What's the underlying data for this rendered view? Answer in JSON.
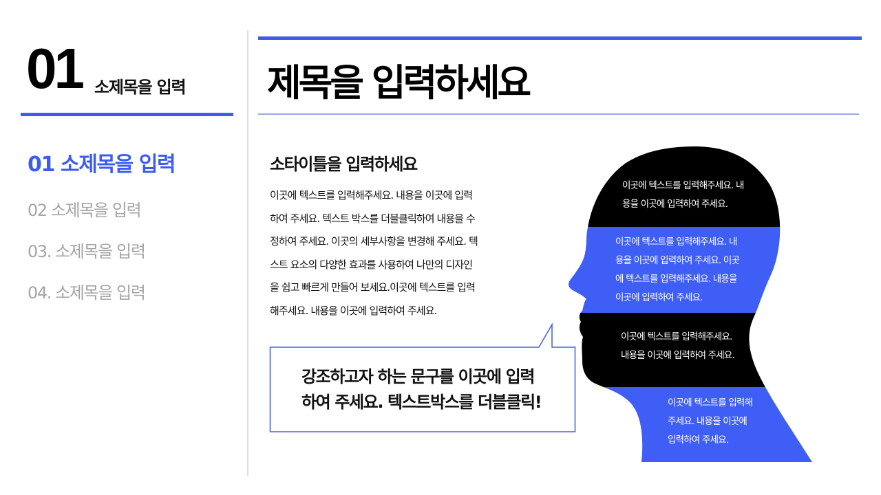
{
  "section": {
    "number": "01",
    "subtitle": "소제목을 입력"
  },
  "nav": {
    "items": [
      {
        "label": "01 소제목을 입력",
        "active": true
      },
      {
        "label": "02 소제목을 입력",
        "active": false
      },
      {
        "label": "03. 소제목을 입력",
        "active": false
      },
      {
        "label": "04. 소제목을 입력",
        "active": false
      }
    ]
  },
  "header": {
    "title": "제목을 입력하세요"
  },
  "content": {
    "subtitle": "소타이틀을 입력하세요",
    "body_lines": [
      "이곳에 텍스트를 입력해주세요. 내용을 이곳에 입력",
      "하여 주세요. 텍스트 박스를 더블클릭하여 내용을 수",
      "정하여 주세요. 이곳의 세부사항을 변경해 주세요. 텍",
      "스트 요소의 다양한 효과를 사용하여 나만의 디자인",
      "을 쉽고 빠르게 만들어 보세요.이곳에 텍스트를 입력",
      "해주세요. 내용을 이곳에 입력하여 주세요."
    ]
  },
  "callout": {
    "lines": [
      "강조하고자 하는 문구를 이곳에 입력",
      "하여 주세요. 텍스트박스를 더블클릭!"
    ]
  },
  "head_graphic": {
    "icon": "human-head-profile-silhouette",
    "colors": {
      "black": "#000000",
      "blue": "#3f5ef5"
    },
    "bands": [
      {
        "color": "black",
        "lines": [
          "이곳에 텍스트를 입력해주세요. 내",
          "용을 이곳에 입력하여 주세요."
        ]
      },
      {
        "color": "blue",
        "lines": [
          "이곳에 텍스트를 입력해주세요. 내",
          "용을 이곳에 입력하여 주세요. 이곳",
          "에 텍스트를 입력해주세요. 내용을",
          "이곳에 입력하여 주세요."
        ]
      },
      {
        "color": "black",
        "lines": [
          "이곳에 텍스트를 입력해주세요.",
          "내용을 이곳에 입력하여 주세요."
        ]
      },
      {
        "color": "blue",
        "lines": [
          "이곳에 텍스트를 입력해",
          "주세요. 내용을 이곳에",
          "입력하여 주세요."
        ]
      }
    ]
  },
  "theme": {
    "accent": "#3f5de8",
    "accent_light": "#97a9e6",
    "inactive_text": "#a5a5a5",
    "divider": "#dcdcdc"
  }
}
